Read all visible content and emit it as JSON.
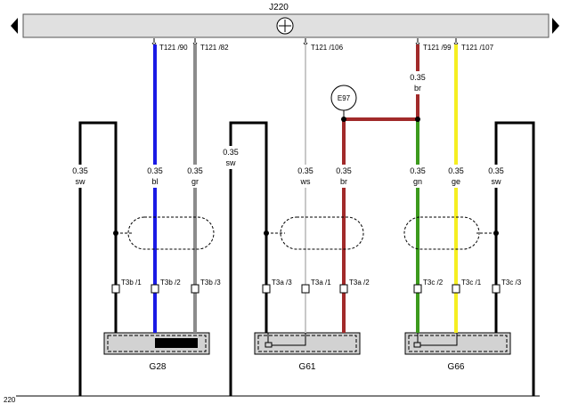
{
  "header": {
    "module_label": "J220",
    "bottom_rail_label": "220"
  },
  "pins": {
    "p90": "T121 /90",
    "p82": "T121 /82",
    "p106": "T121 /106",
    "p99": "T121 /99",
    "p107": "T121 /107"
  },
  "wires": {
    "sw1_size": "0.35",
    "sw1_color": "sw",
    "bl_size": "0.35",
    "bl_color": "bl",
    "gr_size": "0.35",
    "gr_color": "gr",
    "sw2_size": "0.35",
    "sw2_color": "sw",
    "ws_size": "0.35",
    "ws_color": "ws",
    "br_lo_size": "0.35",
    "br_lo_color": "br",
    "br_top_size": "0.35",
    "br_top_color": "br",
    "gn_size": "0.35",
    "gn_color": "gn",
    "ge_size": "0.35",
    "ge_color": "ge",
    "sw3_size": "0.35",
    "sw3_color": "sw"
  },
  "connectors": {
    "c1": "T3b /1",
    "c2": "T3b /2",
    "c3": "T3b /3",
    "c4": "T3a /3",
    "c5": "T3a /1",
    "c6": "T3a /2",
    "c7": "T3c /2",
    "c8": "T3c /1",
    "c9": "T3c /3"
  },
  "components": {
    "e97": "E97",
    "g28": "G28",
    "g61": "G61",
    "g66": "G66"
  },
  "colors": {
    "blue": "#1a1ae6",
    "gray": "#8c8c8c",
    "red": "#a12a2a",
    "green": "#3c9a1d",
    "yellow": "#f5ee21",
    "black": "#000000",
    "module_fill": "#e0e0e0"
  }
}
